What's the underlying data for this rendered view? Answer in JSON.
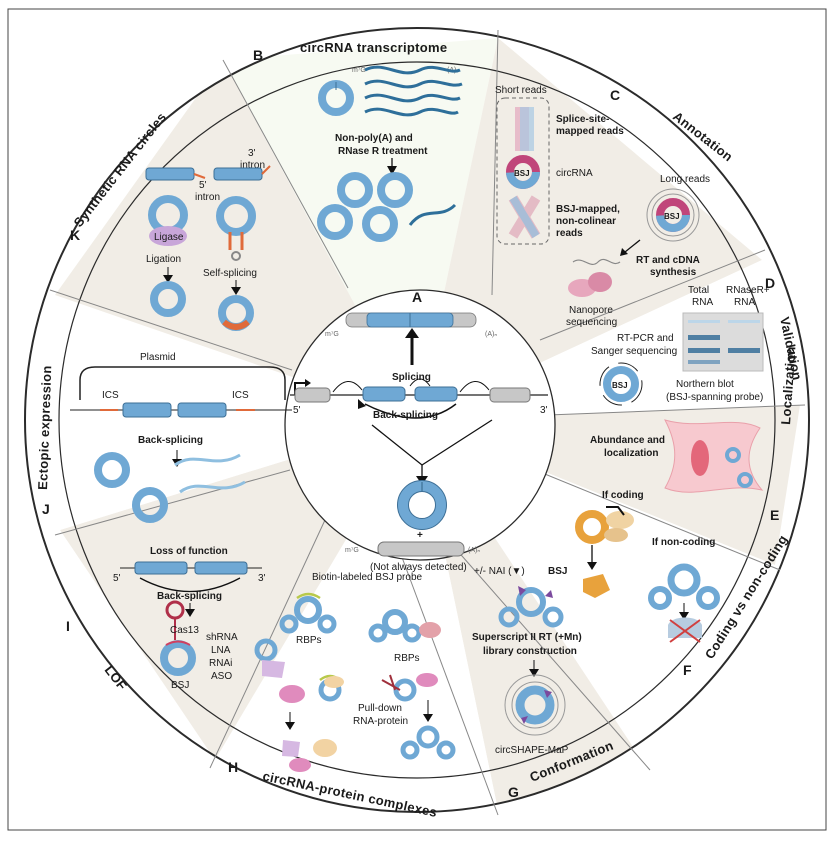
{
  "center": {
    "letter": "A",
    "splicing": "Splicing",
    "back_splicing": "Back-splicing",
    "five_prime": "5'",
    "three_prime": "3'",
    "cap": "m⁷G",
    "polya": "(A)ₙ",
    "plus": "+",
    "not_detected": "(Not always detected)"
  },
  "sectors": [
    {
      "id": "B",
      "title": "circRNA transcriptome"
    },
    {
      "id": "C",
      "title": "Annotation"
    },
    {
      "id": "D",
      "title": "Validation"
    },
    {
      "id": "E",
      "title": "Localization"
    },
    {
      "id": "F",
      "title": "Coding vs non-coding"
    },
    {
      "id": "G",
      "title": "Conformation"
    },
    {
      "id": "H",
      "title": "circRNA-protein complexes"
    },
    {
      "id": "I",
      "title": "LOF"
    },
    {
      "id": "J",
      "title": "Ectopic expression"
    },
    {
      "id": "K",
      "title": "Synthetic RNA circles"
    }
  ],
  "B": {
    "cap": "m⁷G",
    "polya": "(A)ₙ",
    "treatment_1": "Non-poly(A) and",
    "treatment_2": "RNase R treatment"
  },
  "C": {
    "short_reads": "Short reads",
    "splice_1": "Splice-site-",
    "splice_2": "mapped reads",
    "circrna": "circRNA",
    "bsj": "BSJ",
    "bsj_1": "BSJ-mapped,",
    "bsj_2": "non-colinear",
    "bsj_3": "reads",
    "long_reads": "Long reads",
    "rt_1": "RT and cDNA",
    "rt_2": "synthesis",
    "nano_1": "Nanopore",
    "nano_2": "sequencing"
  },
  "D": {
    "total_1": "Total",
    "total_2": "RNA",
    "rnaser_1": "RNaseR+",
    "rnaser_2": "RNA",
    "rtpcr_1": "RT-PCR and",
    "rtpcr_2": "Sanger sequencing",
    "bsj": "BSJ",
    "north_1": "Northern blot",
    "north_2": "(BSJ-spanning probe)"
  },
  "E": {
    "abund_1": "Abundance and",
    "abund_2": "localization"
  },
  "F": {
    "coding": "If coding",
    "noncoding": "If non-coding"
  },
  "G": {
    "nai": "+/- NAI (▼)",
    "bsj": "BSJ",
    "ss_1": "Superscript II RT (+Mn)",
    "ss_2": "library construction",
    "shape": "circSHAPE-MaP"
  },
  "H": {
    "probe": "Biotin-labeled BSJ probe",
    "rbps": "RBPs",
    "rbps2": "RBPs",
    "pull_1": "Pull-down",
    "pull_2": "RNA-protein"
  },
  "I": {
    "lof": "Loss of function",
    "five": "5'",
    "three": "3'",
    "back": "Back-splicing",
    "cas13": "Cas13",
    "shrna": "shRNA",
    "lna": "LNA",
    "rnai": "RNAi",
    "aso": "ASO",
    "bsj": "BSJ"
  },
  "J": {
    "plasmid": "Plasmid",
    "ics1": "ICS",
    "ics2": "ICS",
    "back": "Back-splicing"
  },
  "K": {
    "three": "3'",
    "intron3": "intron",
    "five": "5'",
    "intron5": "intron",
    "ligase": "Ligase",
    "ligation": "Ligation",
    "self": "Self-splicing"
  },
  "colors": {
    "ring_border": "#2b2b2b",
    "beige": "#f2efe9",
    "green_tint": "#f7faf2",
    "exon": "#6fa8d4",
    "exon_dark": "#3d6f96",
    "intron": "#b8b8b8",
    "pink": "#d98aa6",
    "magenta": "#b0306a",
    "orange": "#e8a23c",
    "purple": "#b79bd0",
    "teal": "#2e6f9a",
    "red_x": "#d04040"
  }
}
